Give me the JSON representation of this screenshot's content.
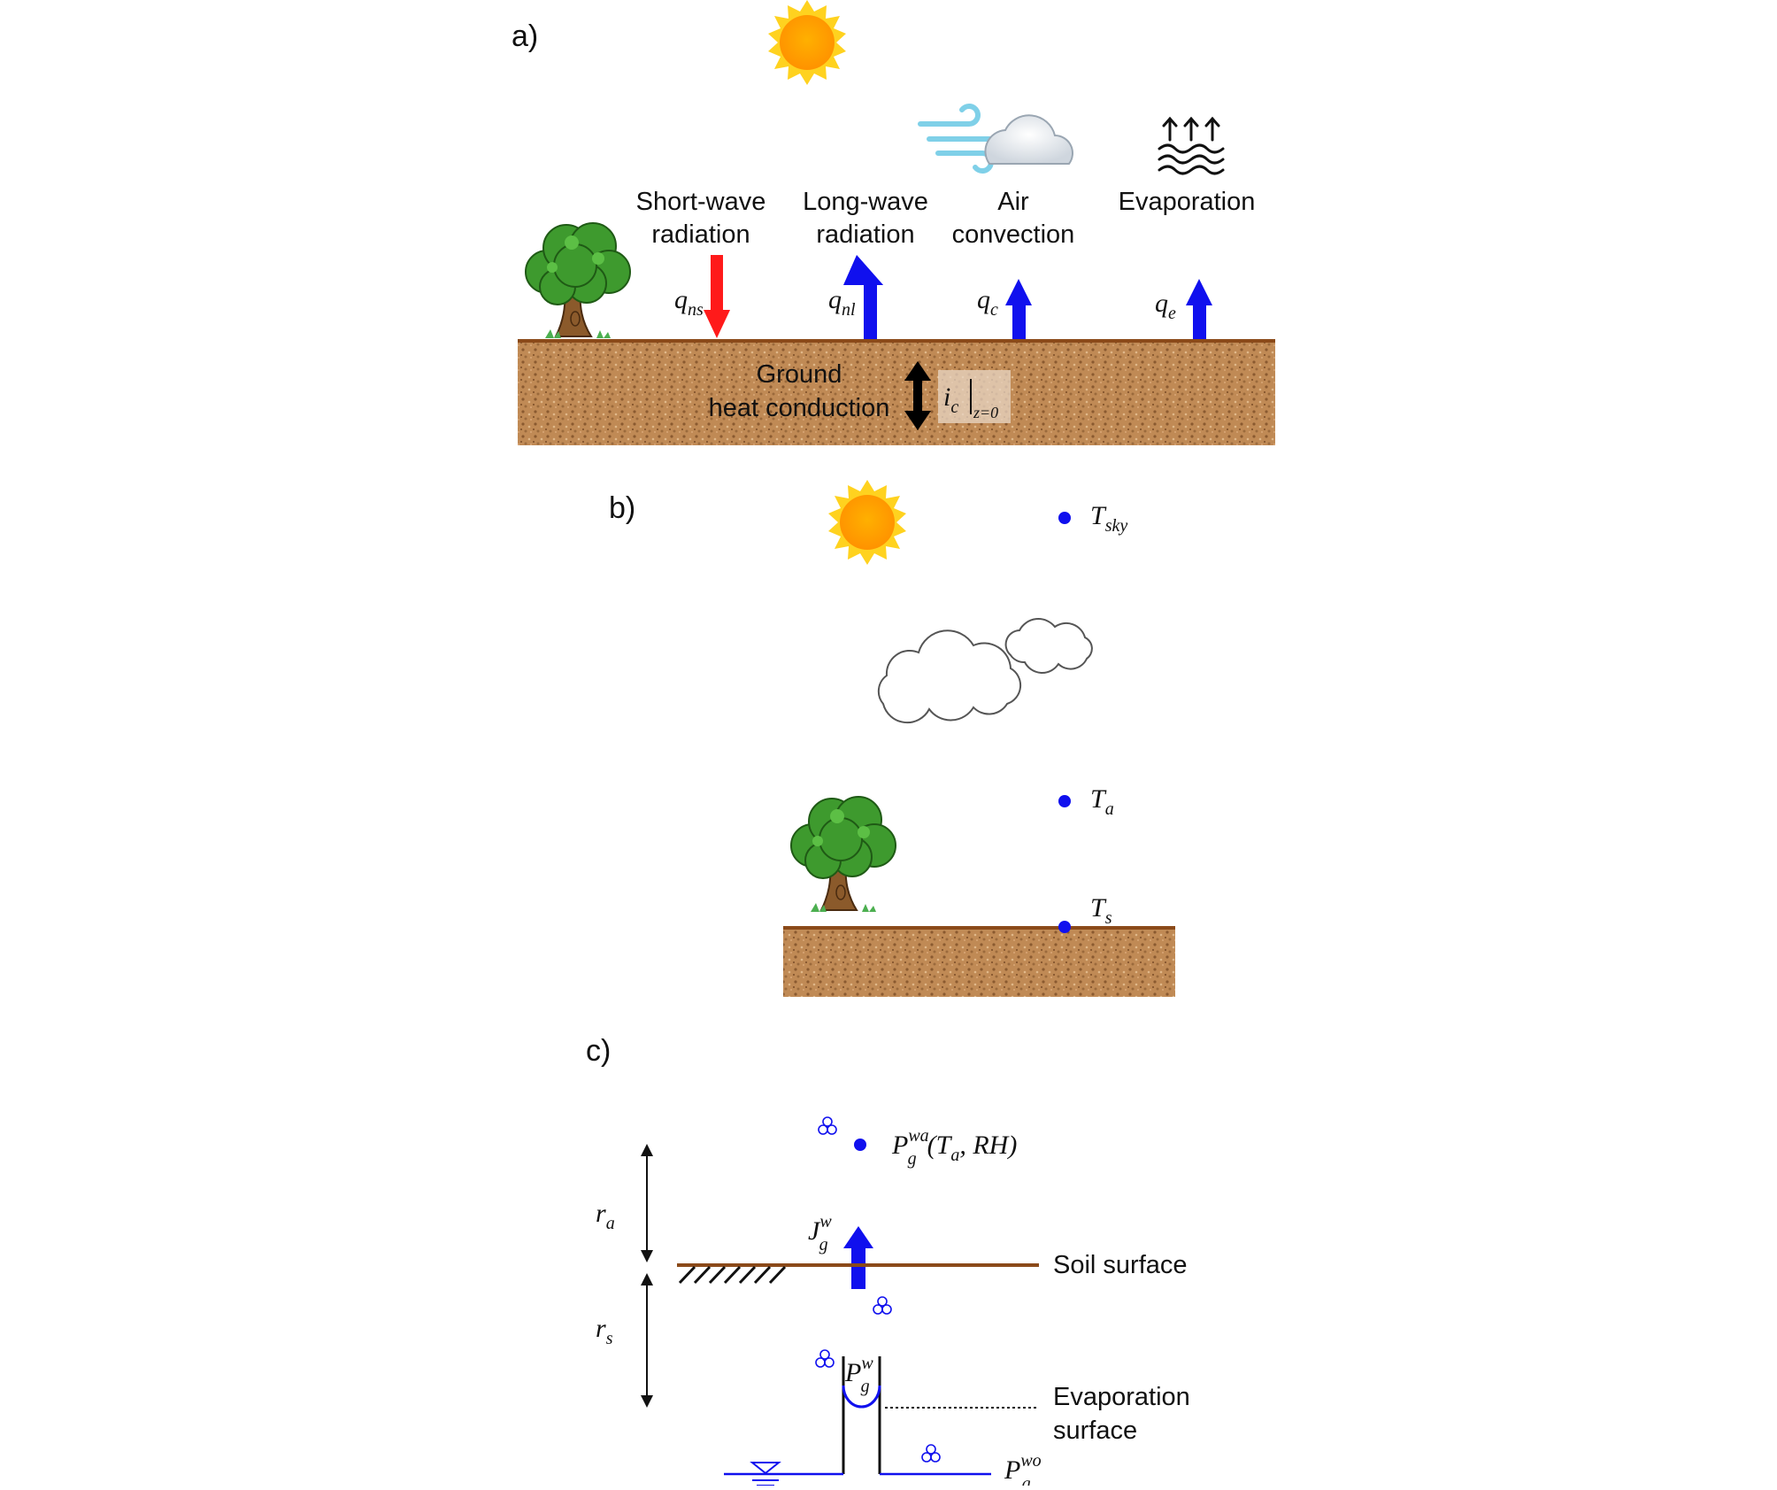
{
  "panel_a": {
    "label": "a)",
    "flux_labels": {
      "shortwave_l1": "Short-wave",
      "shortwave_l2": "radiation",
      "longwave_l1": "Long-wave",
      "longwave_l2": "radiation",
      "convection_l1": "Air",
      "convection_l2": "convection",
      "evaporation": "Evaporation",
      "conduction_l1": "Ground",
      "conduction_l2": "heat conduction"
    },
    "symbols": {
      "q_ns": "q",
      "q_ns_sub": "ns",
      "q_nl": "q",
      "q_nl_sub": "nl",
      "q_c": "q",
      "q_c_sub": "c",
      "q_e": "q",
      "q_e_sub": "e",
      "ic": "i",
      "ic_sub": "c",
      "ic_bar_sub": "z=0"
    },
    "colors": {
      "incoming": "#ff1a1a",
      "outgoing": "#1010ee",
      "conduction": "#000000",
      "soil": "#b07a4a"
    }
  },
  "panel_b": {
    "label": "b)",
    "points": {
      "T_sky": "T",
      "T_sky_sub": "sky",
      "T_a": "T",
      "T_a_sub": "a",
      "T_s": "T",
      "T_s_sub": "s"
    }
  },
  "panel_c": {
    "label": "c)",
    "r_a": "r",
    "r_a_sub": "a",
    "r_s": "r",
    "r_s_sub": "s",
    "P_air": "P",
    "P_air_sub": "g",
    "P_air_sup": "wa",
    "P_air_args": "(T",
    "P_air_args_sub": "a",
    "P_air_args_end": ", RH)",
    "J": "J",
    "J_sub": "g",
    "J_sup": "w",
    "P_pore": "P",
    "P_pore_sub": "g",
    "P_pore_sup": "w",
    "P_wo": "P",
    "P_wo_sub": "g",
    "P_wo_sup": "wo",
    "soil_surface": "Soil surface",
    "evap_surface_l1": "Evaporation",
    "evap_surface_l2": "surface"
  }
}
